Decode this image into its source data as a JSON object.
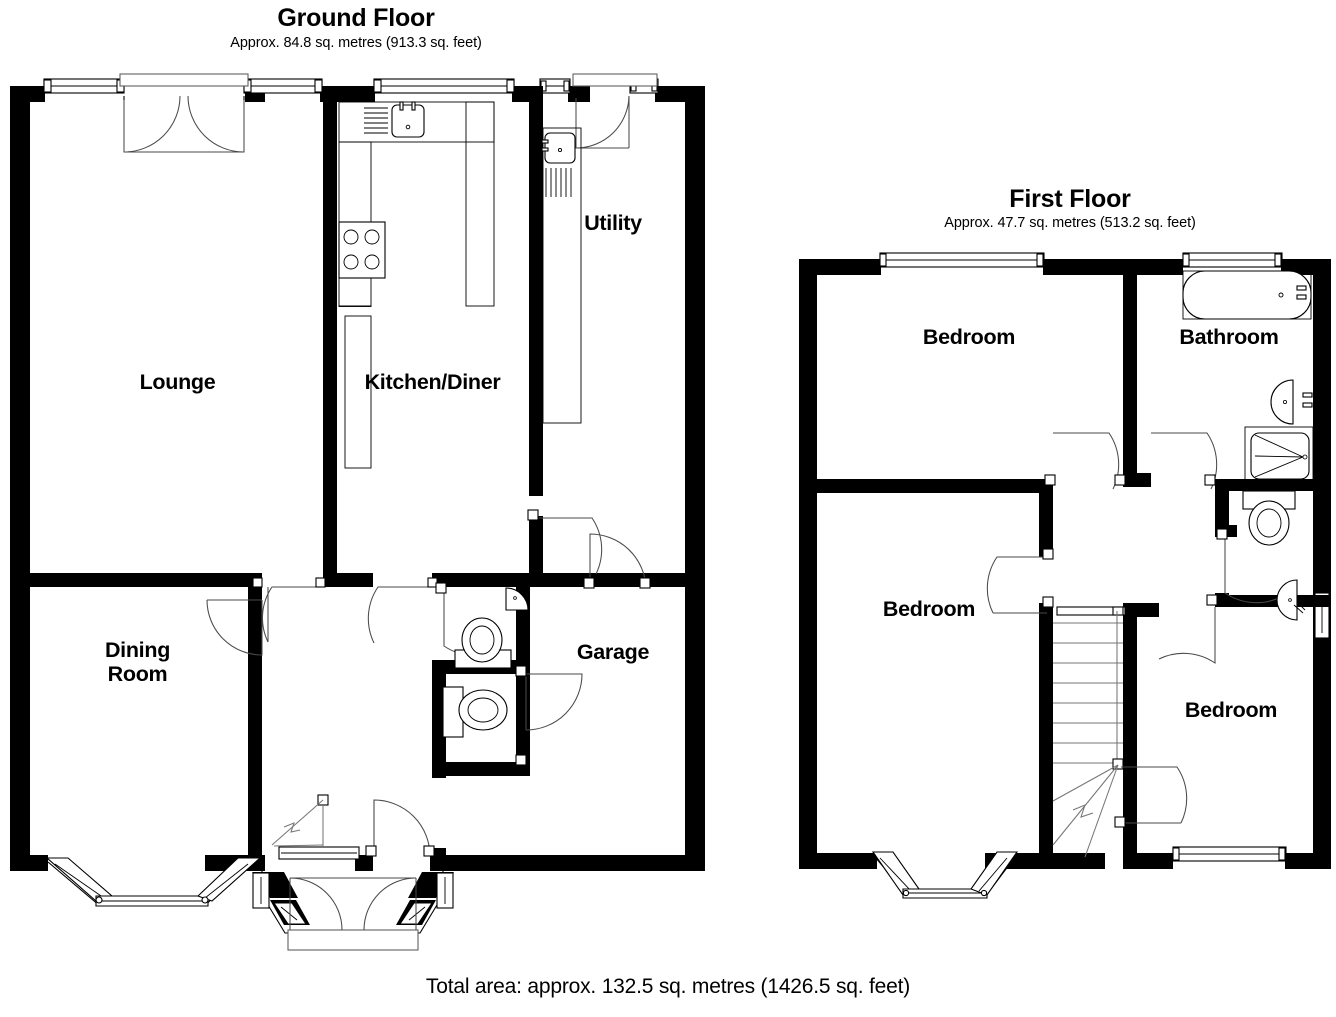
{
  "document": {
    "type": "floor-plan",
    "total_area_text": "Total area: approx. 132.5 sq. metres (1426.5 sq. feet)"
  },
  "floors": [
    {
      "id": "ground",
      "title": "Ground Floor",
      "area_text": "Approx. 84.8 sq. metres (913.3 sq. feet)",
      "area_sqm": 84.8,
      "area_sqft": 913.3,
      "rooms": [
        {
          "name": "Lounge",
          "label": "Lounge"
        },
        {
          "name": "Kitchen/Diner",
          "label": "Kitchen/Diner"
        },
        {
          "name": "Utility",
          "label": "Utility"
        },
        {
          "name": "Dining Room",
          "label": "Dining\nRoom",
          "line1": "Dining",
          "line2": "Room"
        },
        {
          "name": "Garage",
          "label": "Garage"
        }
      ],
      "fixtures": [
        "kitchen-sink-with-drainer",
        "kitchen-hob-four-ring",
        "kitchen-worktop-run",
        "utility-sink-with-drainer",
        "wc-basin",
        "wc-toilet",
        "cloakroom-toilet",
        "entrance-porch-double-doors",
        "dining-room-bay-window",
        "lounge-french-doors",
        "staircase-up"
      ]
    },
    {
      "id": "first",
      "title": "First Floor",
      "area_text": "Approx. 47.7 sq. metres (513.2 sq. feet)",
      "area_sqm": 47.7,
      "area_sqft": 513.2,
      "rooms": [
        {
          "name": "Bedroom 1",
          "label": "Bedroom"
        },
        {
          "name": "Bathroom",
          "label": "Bathroom"
        },
        {
          "name": "Bedroom 2",
          "label": "Bedroom"
        },
        {
          "name": "Bedroom 3",
          "label": "Bedroom"
        }
      ],
      "fixtures": [
        "bath-tub",
        "bathroom-basin",
        "shower-tray",
        "separate-wc-toilet",
        "landing-basin",
        "staircase-down-with-winders",
        "bedroom-bay-window"
      ]
    }
  ],
  "colors": {
    "wall": "#000000",
    "background": "#ffffff",
    "line": "#000000",
    "swing": "#4a4a4a"
  }
}
